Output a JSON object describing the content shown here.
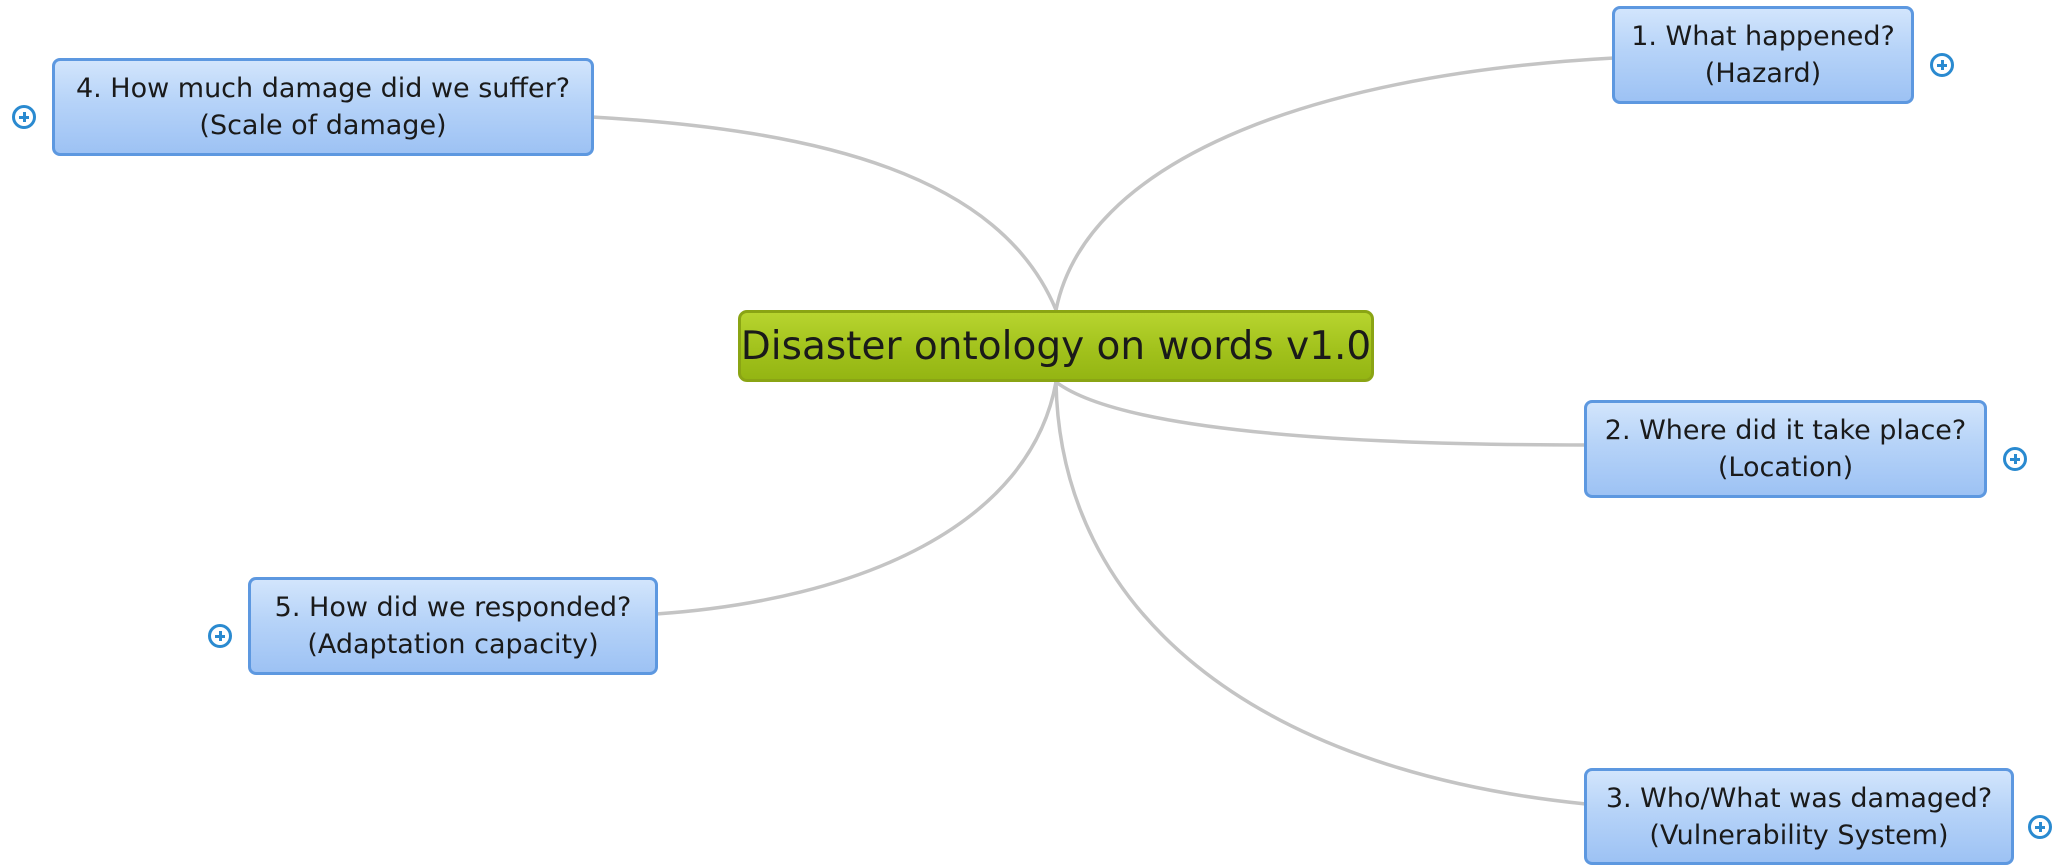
{
  "map": {
    "central_topic": "Disaster ontology on words v1.0",
    "topics": [
      {
        "line1": "1. What happened?",
        "line2": "(Hazard)"
      },
      {
        "line1": "2. Where did it take place?",
        "line2": "(Location)"
      },
      {
        "line1": "3. Who/What was damaged?",
        "line2": "(Vulnerability System)"
      },
      {
        "line1": "4. How much damage did we suffer?",
        "line2": "(Scale of damage)"
      },
      {
        "line1": "5. How did we responded?",
        "line2": "(Adaptation capacity)"
      }
    ]
  },
  "colors": {
    "central_fill": "#a2c21c",
    "topic_fill": "#b6d3f8",
    "connector": "#c4c4c4",
    "expand_icon": "#2a8ad0"
  },
  "icons": {
    "expand": "plus-circle-icon"
  }
}
